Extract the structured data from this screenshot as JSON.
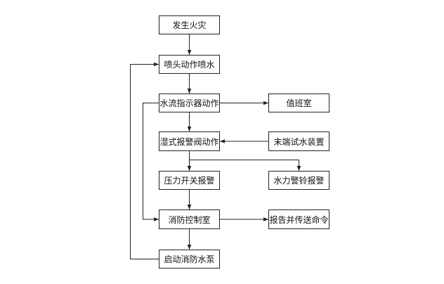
{
  "diagram": {
    "nodes": {
      "fire": "发生火灾",
      "sprinkler": "喷头动作喷水",
      "flow_indicator": "水流指示器动作",
      "alarm_valve": "湿式报警阀动作",
      "pressure_switch": "压力开关报警",
      "control_room": "消防控制室",
      "start_pump": "启动消防水泵",
      "duty_room": "值班室",
      "end_test_device": "末端试水装置",
      "water_bell": "水力警铃报警",
      "report_command": "报告并传送命令"
    },
    "edges": [
      {
        "from": "fire",
        "to": "sprinkler"
      },
      {
        "from": "sprinkler",
        "to": "flow_indicator"
      },
      {
        "from": "flow_indicator",
        "to": "alarm_valve"
      },
      {
        "from": "flow_indicator",
        "to": "duty_room"
      },
      {
        "from": "flow_indicator",
        "to": "control_room"
      },
      {
        "from": "end_test_device",
        "to": "alarm_valve"
      },
      {
        "from": "alarm_valve",
        "to": "pressure_switch"
      },
      {
        "from": "alarm_valve",
        "to": "water_bell"
      },
      {
        "from": "pressure_switch",
        "to": "control_room"
      },
      {
        "from": "control_room",
        "to": "start_pump"
      },
      {
        "from": "control_room",
        "to": "report_command"
      },
      {
        "from": "start_pump",
        "to": "sprinkler"
      }
    ],
    "line_color": "#222222"
  }
}
